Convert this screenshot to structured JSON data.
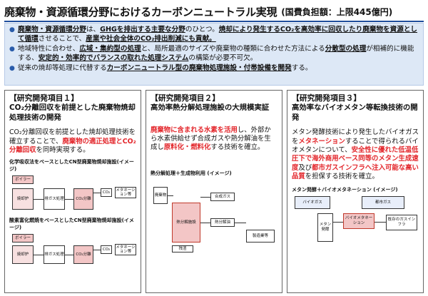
{
  "header": {
    "title": "廃棄物・資源循環分野におけるカーボンニュートラル実現",
    "budget": "(国費負担額：上限445億円)"
  },
  "bullets": [
    {
      "parts": [
        {
          "t": "廃棄物・資源循環分野",
          "s": "u"
        },
        {
          "t": "は、",
          "s": ""
        },
        {
          "t": "GHGを排出する主要な分野",
          "s": "u"
        },
        {
          "t": "のひとつ。",
          "s": ""
        },
        {
          "t": "焼却により発生するCO₂を高効率に回収したり廃棄物を資源として循環",
          "s": "u"
        },
        {
          "t": "させることで、",
          "s": ""
        },
        {
          "t": "産業や社会全体のCO₂排出削減にも貢献。",
          "s": "u"
        }
      ]
    },
    {
      "parts": [
        {
          "t": "地域特性に合わせ、",
          "s": ""
        },
        {
          "t": "広域・集約型の処理",
          "s": "u"
        },
        {
          "t": "と、局所最適のサイズや廃棄物の種類に合わせた方法による",
          "s": ""
        },
        {
          "t": "分散型の処理",
          "s": "u"
        },
        {
          "t": "が相補的に機能する、",
          "s": ""
        },
        {
          "t": "安定的・効率的でバランスの取れた処理システム",
          "s": "u"
        },
        {
          "t": "の構築が必要不可欠。",
          "s": ""
        }
      ]
    },
    {
      "parts": [
        {
          "t": "従来の焼却等処理に代替する",
          "s": ""
        },
        {
          "t": "カーボンニュートラル型の廃棄物処理施設・付帯設備を開発",
          "s": "u"
        },
        {
          "t": "する。",
          "s": ""
        }
      ]
    }
  ],
  "panels": [
    {
      "heading": "【研究開発項目１】",
      "title": "CO₂分離回収を前提とした廃棄物焼却処理技術の開発",
      "body": [
        {
          "t": "CO₂分離回収を前提とした焼却処理技術を確立することで、",
          "s": ""
        },
        {
          "t": "廃棄物の適正処理とCO₂分離回収",
          "s": "red"
        },
        {
          "t": "を同時実現する。",
          "s": ""
        }
      ],
      "diag1_label": "化学吸収法をベースとしたCN型廃棄物焼却施設(イメージ)",
      "diag2_label": "酸素富化燃焼をベースとしたCN型廃棄物焼却施設(イメージ)",
      "diag_boxes": [
        "ボイラー",
        "焼却炉",
        "排ガス処理",
        "CO₂分離",
        "CO₂",
        "メタネーション等"
      ]
    },
    {
      "heading": "【研究開発項目２】",
      "title": "高効率熱分解処理施設の大規模実証",
      "body": [
        {
          "t": "廃棄物に含まれる水素を活用",
          "s": "red"
        },
        {
          "t": "し、外部から水素供給せず合成ガスや熱分解油を生成し",
          "s": ""
        },
        {
          "t": "原料化・燃料化",
          "s": "red"
        },
        {
          "t": "する技術を確立。",
          "s": ""
        }
      ],
      "diag_label": "熱分解処理＋生成物利用 (イメージ)",
      "diag_boxes": [
        "廃棄物",
        "熱分解施設",
        "合成ガス",
        "熱分解油",
        "残渣",
        "製造業等"
      ]
    },
    {
      "heading": "【研究開発項目３】",
      "title": "高効率なバイオメタン等転換技術の開発",
      "body": [
        {
          "t": "メタン発酵技術により発生したバイオガスを",
          "s": ""
        },
        {
          "t": "メタネーション",
          "s": "red"
        },
        {
          "t": "することで得られるバイオメタンについて、",
          "s": ""
        },
        {
          "t": "安全性に優れた低温低圧下で海外商用ベース同等のメタン生成速度",
          "s": "red"
        },
        {
          "t": "及び",
          "s": ""
        },
        {
          "t": "都市ガスインフラへ注入可能な高い品質",
          "s": "red"
        },
        {
          "t": "を担保する技術を確立。",
          "s": ""
        }
      ],
      "diag_label": "メタン発酵＋バイオメタネーション (イメージ)",
      "diag_boxes": [
        "メタン発酵",
        "バイオガス",
        "バイオメタネーション",
        "都市ガス",
        "既存のガスインフラ"
      ]
    }
  ]
}
